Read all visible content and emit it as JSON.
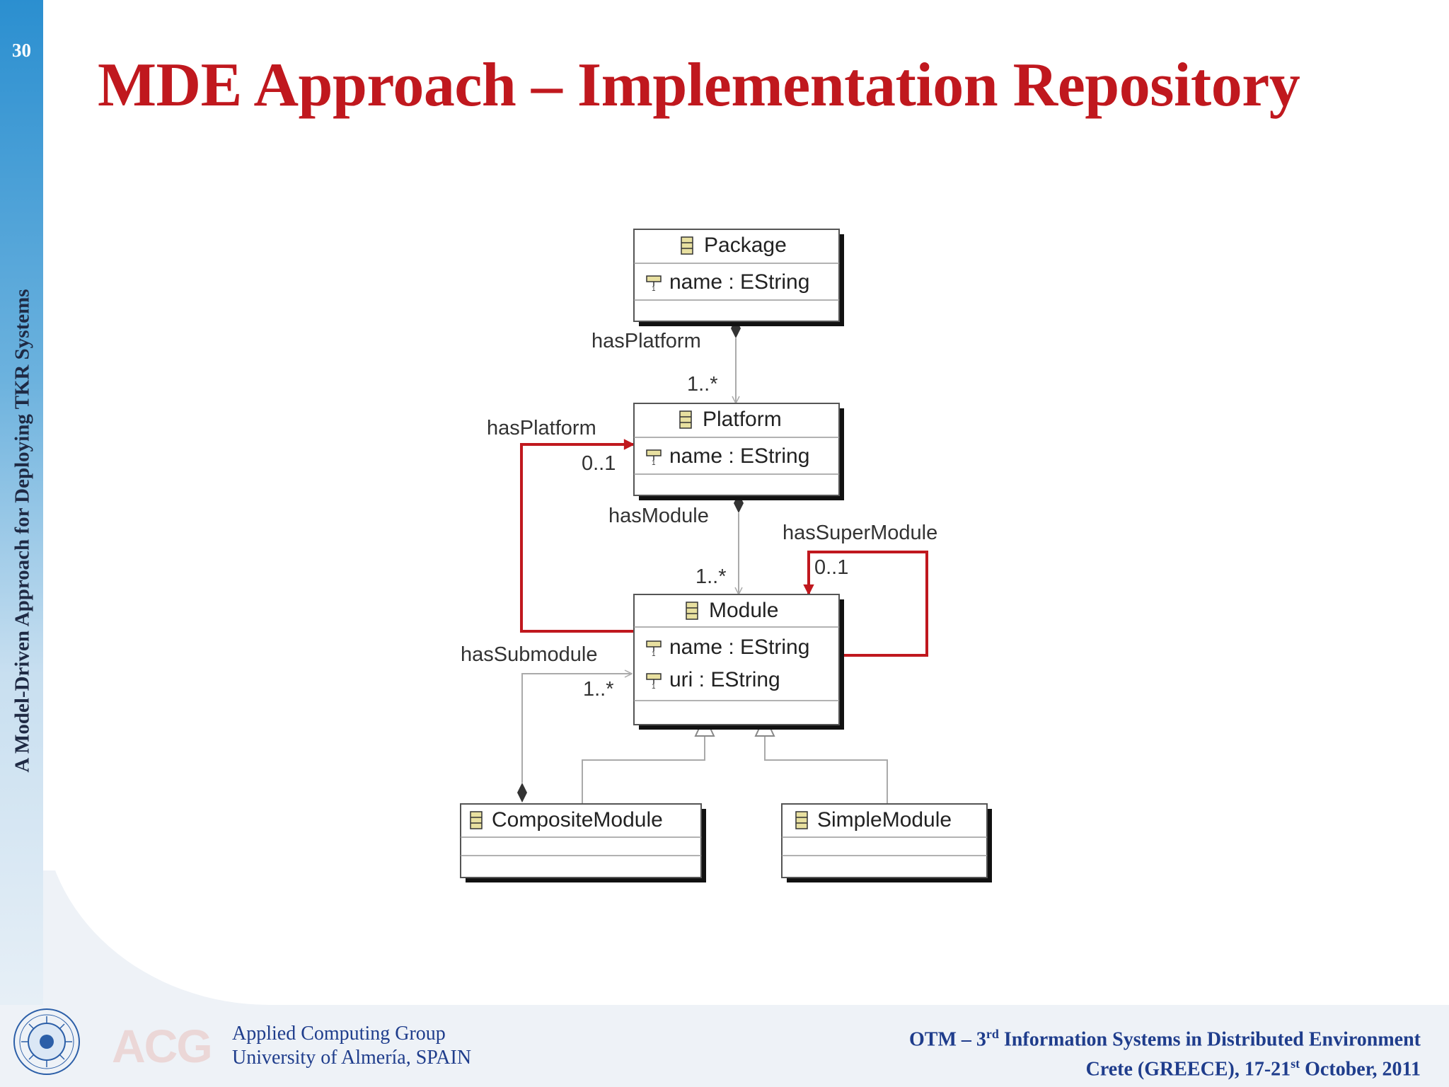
{
  "slide": {
    "number": "30",
    "title": "MDE Approach – Implementation Repository",
    "side_title": "A Model-Driven Approach for Deploying TKR Systems"
  },
  "diagram": {
    "classes": [
      {
        "id": "package",
        "name": "Package",
        "attributes": [
          "name : EString"
        ]
      },
      {
        "id": "platform",
        "name": "Platform",
        "attributes": [
          "name : EString"
        ]
      },
      {
        "id": "module",
        "name": "Module",
        "attributes": [
          "name : EString",
          "uri : EString"
        ]
      },
      {
        "id": "composite",
        "name": "CompositeModule",
        "attributes": []
      },
      {
        "id": "simple",
        "name": "SimpleModule",
        "attributes": []
      }
    ],
    "labels": {
      "pkg_has_platform": "hasPlatform",
      "pkg_mult": "1..*",
      "mod_has_platform": "hasPlatform",
      "mod_platform_mult": "0..1",
      "has_module": "hasModule",
      "module_mult": "1..*",
      "has_super_module": "hasSuperModule",
      "super_mult": "0..1",
      "has_submodule": "hasSubmodule",
      "sub_mult": "1..*"
    },
    "colors": {
      "highlight": "#c0181e",
      "connector": "#aaaaaa",
      "class_icon": "#e8e0a0"
    }
  },
  "footer": {
    "logo_text": "ACG",
    "org_line1": "Applied Computing Group",
    "org_line2": "University of Almería, SPAIN",
    "conf_prefix": "OTM – 3",
    "conf_sup": "rd",
    "conf_rest": " Information Systems in Distributed Environment",
    "loc_prefix": "Crete (GREECE), 17-21",
    "loc_sup": "st",
    "loc_rest": " October, 2011"
  }
}
